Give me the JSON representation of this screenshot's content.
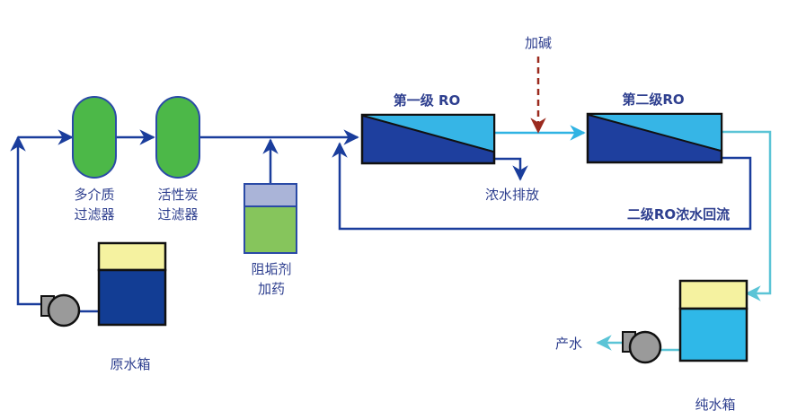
{
  "title": "RO water treatment process flow",
  "colors": {
    "pipe_raw": "#1a3d9c",
    "pipe_pure": "#5bc4d6",
    "pipe_permeate": "#2fb3e3",
    "filter_fill": "#4cb848",
    "filter_stroke": "#2a4aa6",
    "tank_top": "#f5f2a0",
    "raw_water": "#123d94",
    "pure_water": "#2fb8e8",
    "ro_dark": "#1e3f9e",
    "ro_light": "#36b5e6",
    "dosing_top": "#aab4d8",
    "dosing_fill": "#86c55c",
    "pump": "#9a9a9a",
    "alkali_arrow": "#9b2a1e",
    "label": "#2e3f8f"
  },
  "labels": {
    "multimedia_filter": [
      "多介质",
      "过滤器"
    ],
    "carbon_filter": [
      "活性炭",
      "过滤器"
    ],
    "raw_tank": "原水箱",
    "antiscalant": [
      "阻垢剂",
      "加药"
    ],
    "ro1": "第一级 RO",
    "ro2": "第二级RO",
    "alkali": "加碱",
    "concentrate_discharge": "浓水排放",
    "ro2_reflux": "二级RO浓水回流",
    "product_water": "产水",
    "pure_tank": "纯水箱"
  }
}
